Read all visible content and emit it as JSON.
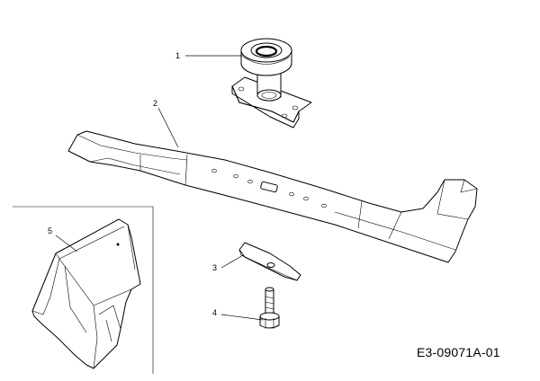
{
  "callouts": [
    "1",
    "2",
    "3",
    "4",
    "5"
  ],
  "drawing_code": "E3-09071A-01",
  "parts": [
    {
      "callout": "1",
      "icon": "blade-adapter-pulley-icon"
    },
    {
      "callout": "2",
      "icon": "mower-blade-icon"
    },
    {
      "callout": "3",
      "icon": "blade-washer-plate-icon"
    },
    {
      "callout": "4",
      "icon": "blade-bolt-icon"
    },
    {
      "callout": "5",
      "icon": "grass-deflector-icon"
    }
  ]
}
